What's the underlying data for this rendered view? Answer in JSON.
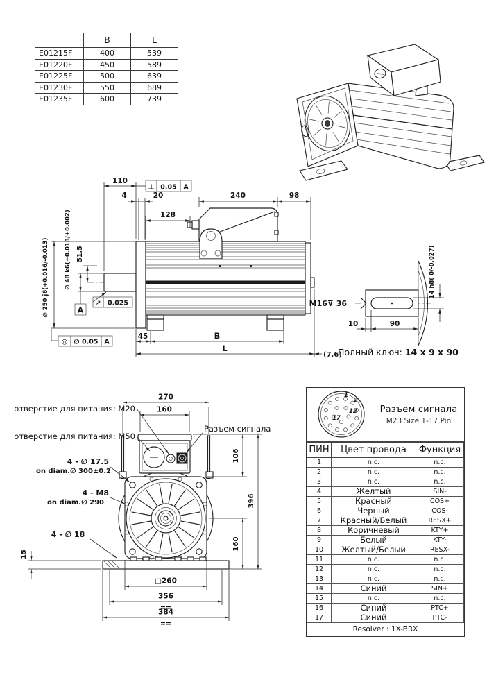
{
  "size_table": {
    "col_b": "B",
    "col_l": "L",
    "rows": [
      {
        "model": "E01215F",
        "b": "400",
        "l": "539"
      },
      {
        "model": "E01220F",
        "b": "450",
        "l": "589"
      },
      {
        "model": "E01225F",
        "b": "500",
        "l": "639"
      },
      {
        "model": "E01230F",
        "b": "550",
        "l": "689"
      },
      {
        "model": "E01235F",
        "b": "600",
        "l": "739"
      }
    ]
  },
  "side_view": {
    "dim_110": "110",
    "fcf_perp": {
      "symbol": "⊥",
      "value": "0.05",
      "datum": "A"
    },
    "dim_4": "4",
    "dim_20": "20",
    "dim_240": "240",
    "dim_98": "98",
    "dim_128": "128",
    "dia_shaft": "∅ 48 k6(+0.018/+0.002)",
    "dia_pilot": "∅ 250 j6(+0.016/-0.013)",
    "dim_51_5": "51.5",
    "datum": "A",
    "runout": {
      "symbol": "↗",
      "value": "0.025"
    },
    "conc": {
      "symbol": "◎",
      "value": "∅ 0.05",
      "datum": "A"
    },
    "dim_45": "45",
    "dim_b": "B",
    "dim_l": "L",
    "dim_7_6": "(7.6)"
  },
  "key_detail": {
    "thread": "M16⊽ 36",
    "key_width": "14 h8( 0/-0.027)",
    "dim_10": "10",
    "dim_90": "90",
    "full_key_label": "Полный ключ:",
    "full_key_value": "14 x 9 x 90"
  },
  "front_view": {
    "label_m20": "отверстие для питания: M20",
    "label_m50": "отверстие для питания: M50",
    "label_signal": "Разъем сигнала",
    "dim_270": "270",
    "dim_160_top": "160",
    "dim_106": "106",
    "dim_396": "396",
    "dim_160_right": "160",
    "label_bolt_17": "4 - ∅ 17.5",
    "label_bolt_17_bcd": "on diam.∅ 300±0.2",
    "label_bolt_m8": "4 - M8",
    "label_bolt_m8_bcd": "on diam.∅ 290",
    "label_foot_holes": "4 - ∅ 18",
    "dim_15": "15",
    "dim_260": "□260",
    "dim_356": "356",
    "dim_384": "384",
    "eq_mark": "=="
  },
  "pin_table": {
    "title": "Разъем сигнала",
    "subtitle": "M23 Size 1-17 Pin",
    "connector_labels": [
      "1",
      "2",
      "12",
      "17"
    ],
    "col_pin": "ПИН",
    "col_color": "Цвет провода",
    "col_func": "Функция",
    "rows": [
      {
        "pin": "1",
        "color": "n.c.",
        "func": "n.c."
      },
      {
        "pin": "2",
        "color": "n.c.",
        "func": "n.c."
      },
      {
        "pin": "3",
        "color": "n.c.",
        "func": "n.c."
      },
      {
        "pin": "4",
        "color": "Желтый",
        "func": "SIN-"
      },
      {
        "pin": "5",
        "color": "Красный",
        "func": "COS+"
      },
      {
        "pin": "6",
        "color": "Черный",
        "func": "COS-"
      },
      {
        "pin": "7",
        "color": "Красный/Белый",
        "func": "RESX+"
      },
      {
        "pin": "8",
        "color": "Коричневый",
        "func": "KTY+"
      },
      {
        "pin": "9",
        "color": "Белый",
        "func": "KTY-"
      },
      {
        "pin": "10",
        "color": "Желтый/Белый",
        "func": "RESX-"
      },
      {
        "pin": "11",
        "color": "n.c.",
        "func": "n.c."
      },
      {
        "pin": "12",
        "color": "n.c.",
        "func": "n.c."
      },
      {
        "pin": "13",
        "color": "n.c.",
        "func": "n.c."
      },
      {
        "pin": "14",
        "color": "Синий",
        "func": "SIN+"
      },
      {
        "pin": "15",
        "color": "n.c.",
        "func": "n.c."
      },
      {
        "pin": "16",
        "color": "Синий",
        "func": "PTC+"
      },
      {
        "pin": "17",
        "color": "Синий",
        "func": "PTC-"
      }
    ],
    "footer": "Resolver : 1X-BRX"
  }
}
